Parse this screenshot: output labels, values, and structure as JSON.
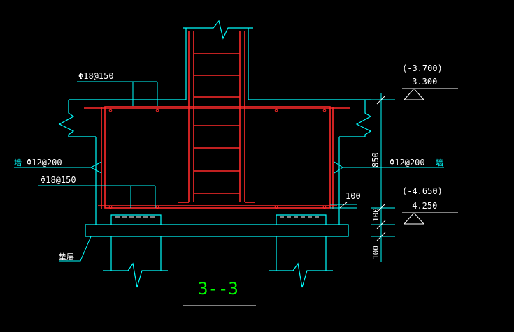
{
  "drawing": {
    "section_title": "3--3",
    "rebar_top": "Φ18@150",
    "rebar_side_left": "Φ12@200",
    "rebar_side_right": "Φ12@200",
    "rebar_bottom": "Φ18@150",
    "side_mark_left": "墙",
    "side_mark_right": "墙",
    "cushion_label": "垫层",
    "elev_upper_paren": "(-3.700)",
    "elev_upper": "-3.300",
    "elev_lower_paren": "(-4.650)",
    "elev_lower": "-4.250",
    "dim_height": "850",
    "dim_cover": "100",
    "dim_a": "100",
    "dim_b": "100"
  },
  "colors": {
    "background": "#000000",
    "outline": "#00ffff",
    "rebar": "#ff2a2a",
    "leader": "#00ffff",
    "text": "#ffffff",
    "title": "#00ff00"
  }
}
